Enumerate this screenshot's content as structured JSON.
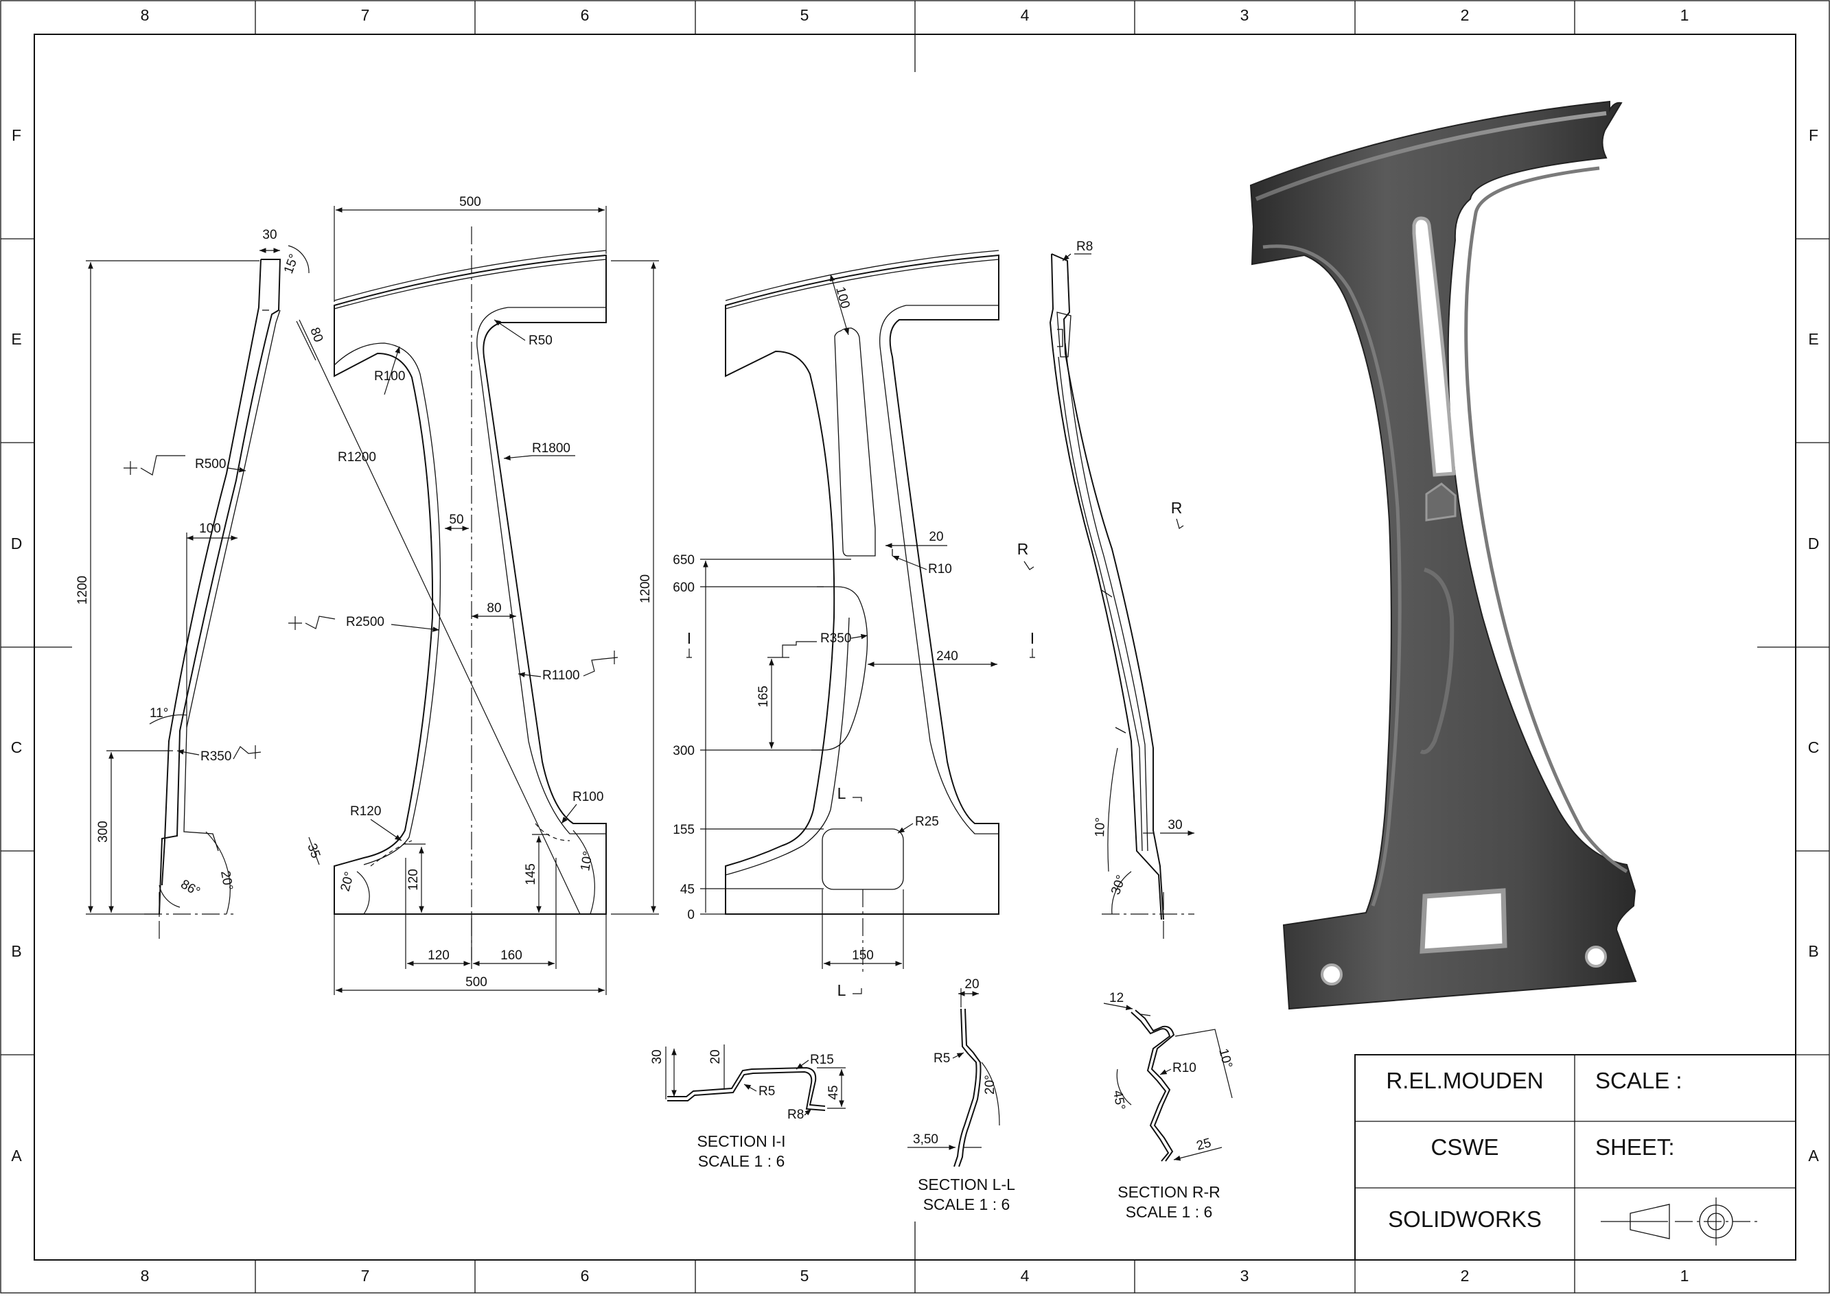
{
  "sheet": {
    "zones_columns": [
      "8",
      "7",
      "6",
      "5",
      "4",
      "3",
      "2",
      "1"
    ],
    "zones_rows": [
      "F",
      "E",
      "D",
      "C",
      "B",
      "A"
    ]
  },
  "title_block": {
    "author": "R.EL.MOUDEN",
    "organization": "CSWE",
    "software": "SOLIDWORKS",
    "scale_label": "SCALE :",
    "sheet_label": "SHEET:",
    "projection_symbol": "first-angle-projection-icon"
  },
  "view_side_left": {
    "top_width": "30",
    "top_angle": "15°",
    "height": "1200",
    "offset": "100",
    "radius_upper": "R500",
    "radius_lower": "R350",
    "angle_mid": "11°",
    "lower_height": "300",
    "angle_foot_a": "86°",
    "angle_foot_b": "20°"
  },
  "view_front_outline": {
    "top_width": "500",
    "bottom_width": "500",
    "flange": "80",
    "radius_top_left": "R100",
    "radius_top_right": "R50",
    "radius_diag": "R1200",
    "radius_right_upper": "R1800",
    "radius_left": "R2500",
    "radius_right_lower": "R1100",
    "web_width": "50",
    "web_offset": "80",
    "radius_foot_left": "R120",
    "radius_foot_right": "R100",
    "foot_step": "35",
    "foot_angle_left": "20°",
    "foot_height_left": "120",
    "foot_height_right": "145",
    "foot_angle_right": "10°",
    "base_left": "120",
    "base_right": "160",
    "height": "1200"
  },
  "view_front_detail": {
    "top_depth": "100",
    "rib_width": "20",
    "rib_radius": "R10",
    "pocket_radius": "R350",
    "pocket_width": "240",
    "pocket_depth": "165",
    "window_radius": "R25",
    "window_width": "150",
    "levels": [
      "650",
      "600",
      "300",
      "155",
      "45",
      "0"
    ],
    "section_marker_i": "I",
    "section_marker_l": "L",
    "section_marker_r": "R"
  },
  "view_side_right": {
    "radius_top": "R8",
    "angle_lower": "10°",
    "offset_lower": "30",
    "angle_foot": "30°",
    "section_marker_r": "R",
    "section_marker_i": "I"
  },
  "section_i": {
    "title": "SECTION I-I",
    "scale": "SCALE 1 : 6",
    "dims": [
      "30",
      "20",
      "R15",
      "R5",
      "R8",
      "45"
    ]
  },
  "section_l": {
    "title": "SECTION L-L",
    "scale": "SCALE 1 : 6",
    "dims": [
      "20",
      "R5",
      "20°",
      "3,50"
    ]
  },
  "section_r": {
    "title": "SECTION R-R",
    "scale": "SCALE 1 : 6",
    "dims": [
      "12",
      "R10",
      "10°",
      "45°",
      "25"
    ]
  }
}
